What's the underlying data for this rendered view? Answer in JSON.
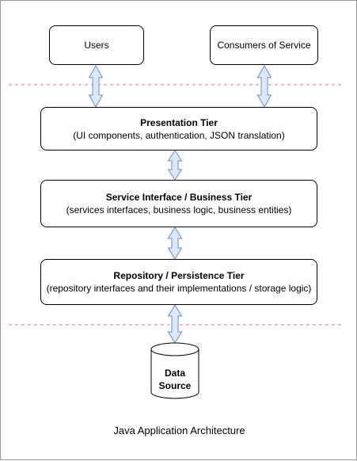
{
  "colors": {
    "arrow_fill": "#dae8fc",
    "arrow_stroke": "#6c8ebf",
    "divider": "#e07090",
    "border": "#000000"
  },
  "nodes": {
    "users": {
      "label": "Users"
    },
    "consumers": {
      "label": "Consumers of Service"
    },
    "presentation": {
      "title": "Presentation Tier",
      "subtitle": "(UI components, authentication, JSON translation)"
    },
    "service": {
      "title": "Service Interface / Business Tier",
      "subtitle": "(services interfaces, business logic, business entities)"
    },
    "repository": {
      "title": "Repository / Persistence Tier",
      "subtitle": "(repository interfaces and their implementations / storage logic)"
    },
    "data_source": {
      "line1": "Data",
      "line2": "Source"
    }
  },
  "caption": "Java Application Architecture"
}
